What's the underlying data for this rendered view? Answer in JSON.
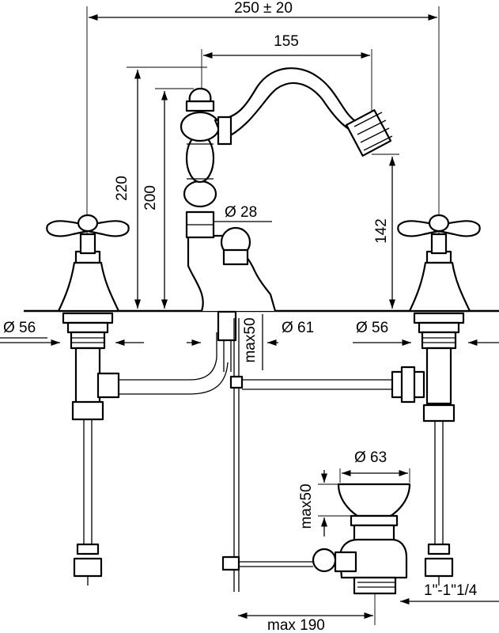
{
  "dimensions": {
    "overall_width": "250 ± 20",
    "spout_reach": "155",
    "height_total": "220",
    "height_body": "200",
    "spout_height": "142",
    "knob_diameter": "Ø 28",
    "left_flange": "Ø 56",
    "center_flange": "Ø 61",
    "right_flange": "Ø 56",
    "deck_max": "max50",
    "drain_diameter": "Ø 63",
    "drain_max": "max50",
    "pop_up_reach": "max 190",
    "thread_size": "1\"-1\"1/4"
  }
}
